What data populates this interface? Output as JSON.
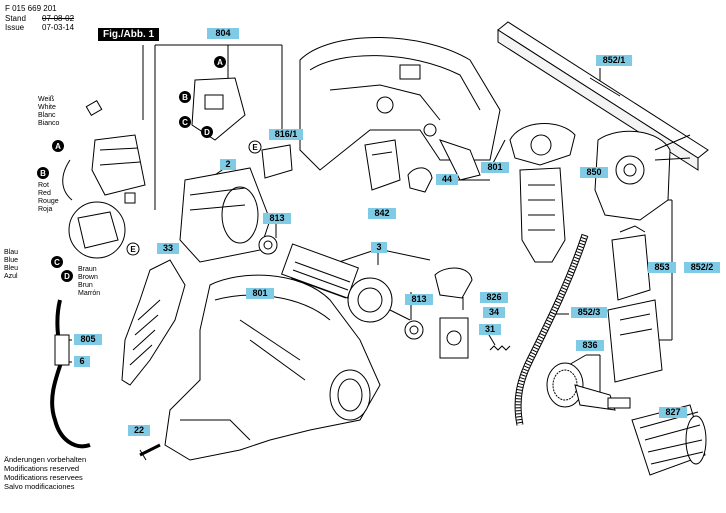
{
  "header": {
    "doc_number": "F 015 669 201",
    "stand_label": "Stand",
    "stand_date": "07-08-02",
    "issue_label": "Issue",
    "issue_date": "07-03-14",
    "figure": "Fig./Abb. 1"
  },
  "parts": {
    "p804": "804",
    "p816_1": "816/1",
    "p2": "2",
    "p813a": "813",
    "p3": "3",
    "p801a": "801",
    "p44": "44",
    "p842": "842",
    "p801b": "801",
    "p850": "850",
    "p852_1": "852/1",
    "p853": "853",
    "p852_2": "852/2",
    "p826": "826",
    "p813b": "813",
    "p34": "34",
    "p31": "31",
    "p852_3": "852/3",
    "p836": "836",
    "p827": "827",
    "p33": "33",
    "p805": "805",
    "p6": "6",
    "p22": "22"
  },
  "colors": {
    "label_bg": "#7fcbe6"
  },
  "labels_white": [
    "Weiß",
    "White",
    "Blanc",
    "Bianco"
  ],
  "labels_red": [
    "Rot",
    "Red",
    "Rouge",
    "Roja"
  ],
  "labels_blue": [
    "Blau",
    "Blue",
    "Bleu",
    "Azul"
  ],
  "labels_brown": [
    "Braun",
    "Brown",
    "Brun",
    "Marrón"
  ],
  "markers": {
    "A": "A",
    "B": "B",
    "C": "C",
    "D": "D",
    "E": "E"
  },
  "footer": [
    "Änderungen vorbehalten",
    "Modifications reserved",
    "Modifications reservees",
    "Salvo modificaciones"
  ]
}
